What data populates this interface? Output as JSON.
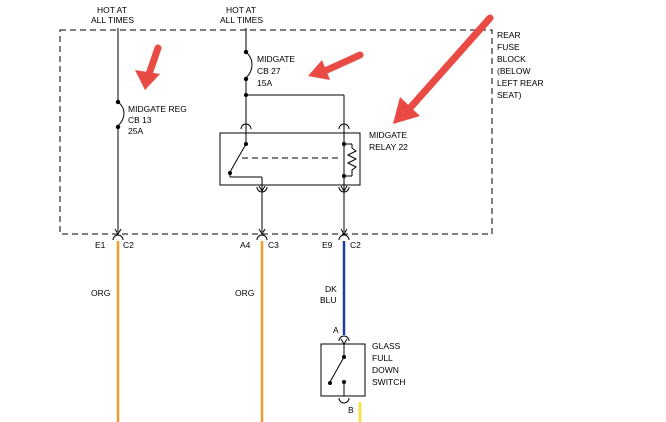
{
  "labels": {
    "hot1_line1": "HOT AT",
    "hot1_line2": "ALL TIMES",
    "hot2_line1": "HOT AT",
    "hot2_line2": "ALL TIMES",
    "fuse_block_1": "REAR",
    "fuse_block_2": "FUSE",
    "fuse_block_3": "BLOCK",
    "fuse_block_4": "(BELOW",
    "fuse_block_5": "LEFT REAR",
    "fuse_block_6": "SEAT)",
    "cb27_1": "MIDGATE",
    "cb27_2": "CB 27",
    "cb27_3": "15A",
    "cb13_1": "MIDGATE REG",
    "cb13_2": "CB 13",
    "cb13_3": "25A",
    "relay_1": "MIDGATE",
    "relay_2": "RELAY 22",
    "pin_e1": "E1",
    "conn_c2_a": "C2",
    "pin_a4": "A4",
    "conn_c3": "C3",
    "pin_e9": "E9",
    "conn_c2_b": "C2",
    "wire_org_1": "ORG",
    "wire_org_2": "ORG",
    "wire_dk": "DK",
    "wire_blu": "BLU",
    "switch_pin_a": "A",
    "switch_pin_b": "B",
    "switch_1": "GLASS",
    "switch_2": "FULL",
    "switch_3": "DOWN",
    "switch_4": "SWITCH"
  },
  "colors": {
    "wire_orange": "#f39a2b",
    "wire_dark_blue": "#1f3c9c",
    "wire_yellow": "#f4e24a",
    "arrow_red": "#e94a44"
  }
}
